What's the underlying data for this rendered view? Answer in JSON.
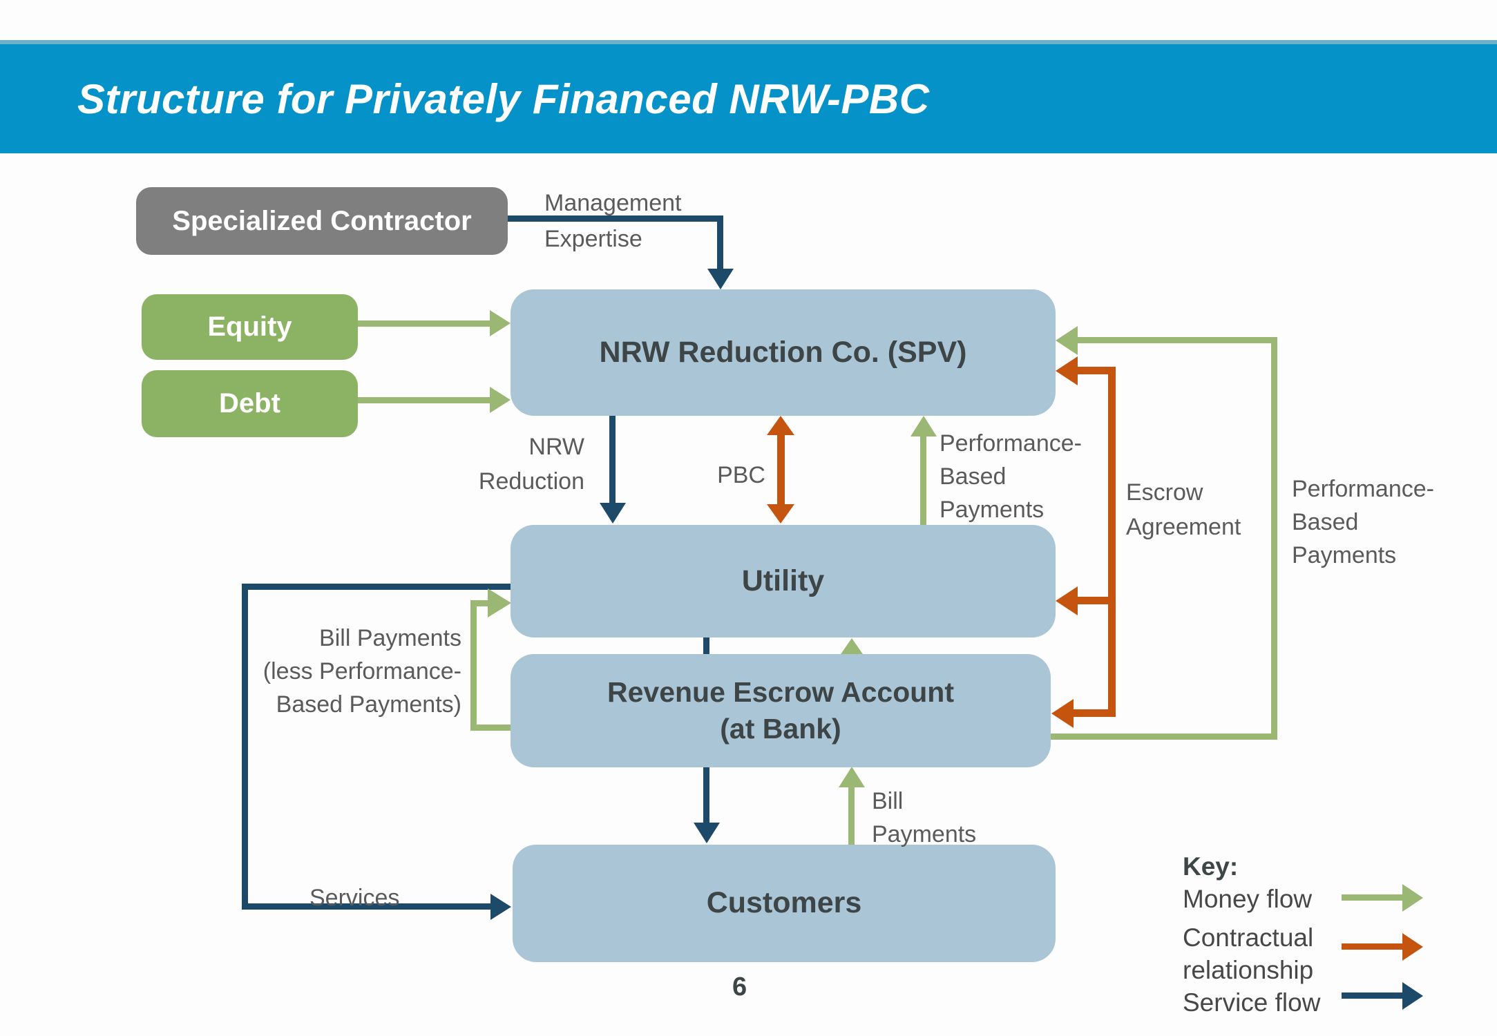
{
  "slide": {
    "title": "Structure for Privately Financed NRW-PBC",
    "page_number": "6"
  },
  "boxes": {
    "specialized_contractor": "Specialized Contractor",
    "equity": "Equity",
    "debt": "Debt",
    "spv": "NRW Reduction Co. (SPV)",
    "utility": "Utility",
    "escrow": "Revenue Escrow Account\n(at Bank)",
    "customers": "Customers"
  },
  "flow_labels": {
    "management_expertise": "Management\nExpertise",
    "nrw_reduction": "NRW\nReduction",
    "pbc": "PBC",
    "performance_based_payments_mid": "Performance-\nBased\nPayments",
    "escrow_agreement": "Escrow\nAgreement",
    "performance_based_payments_right": "Performance-\nBased\nPayments",
    "bill_payments_less": "Bill Payments\n(less Performance-\nBased Payments)",
    "services": "Services",
    "bill_payments": "Bill\nPayments"
  },
  "key": {
    "title": "Key:",
    "items": [
      {
        "label": "Money flow",
        "color": "#9ab873"
      },
      {
        "label": "Contractual relationship",
        "color": "#c5540e"
      },
      {
        "label": "Service flow",
        "color": "#1d4a68"
      }
    ]
  },
  "colors": {
    "header_bar": "#0492c8",
    "header_accent": "#6cb1c7",
    "box_blue": "#a9c5d6",
    "box_green": "#8cb264",
    "box_gray": "#7f7f7f",
    "money_flow": "#9ab873",
    "contractual_relationship": "#c5540e",
    "service_flow": "#1d4a68"
  }
}
